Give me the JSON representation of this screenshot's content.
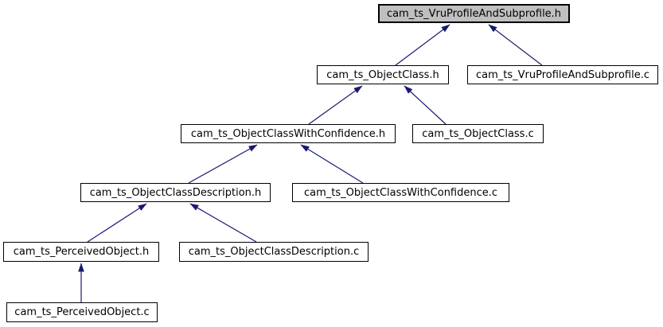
{
  "graph": {
    "kind": "doxygen-included-by-dependency-graph",
    "colors": {
      "edge": "#191970",
      "node_fill": "#ffffff",
      "node_border": "#000000",
      "highlight_fill": "#bfbfbf",
      "background": "#ffffff"
    },
    "nodes": {
      "vru_h": {
        "label": "cam_ts_VruProfileAndSubprofile.h",
        "highlighted": true
      },
      "objectclass_h": {
        "label": "cam_ts_ObjectClass.h",
        "highlighted": false
      },
      "vru_c": {
        "label": "cam_ts_VruProfileAndSubprofile.c",
        "highlighted": false
      },
      "ocwc_h": {
        "label": "cam_ts_ObjectClassWithConfidence.h",
        "highlighted": false
      },
      "objectclass_c": {
        "label": "cam_ts_ObjectClass.c",
        "highlighted": false
      },
      "ocd_h": {
        "label": "cam_ts_ObjectClassDescription.h",
        "highlighted": false
      },
      "ocwc_c": {
        "label": "cam_ts_ObjectClassWithConfidence.c",
        "highlighted": false
      },
      "po_h": {
        "label": "cam_ts_PerceivedObject.h",
        "highlighted": false
      },
      "ocd_c": {
        "label": "cam_ts_ObjectClassDescription.c",
        "highlighted": false
      },
      "po_c": {
        "label": "cam_ts_PerceivedObject.c",
        "highlighted": false
      }
    },
    "edges": [
      {
        "from": "cam_ts_ObjectClass.h",
        "to": "cam_ts_VruProfileAndSubprofile.h"
      },
      {
        "from": "cam_ts_VruProfileAndSubprofile.c",
        "to": "cam_ts_VruProfileAndSubprofile.h"
      },
      {
        "from": "cam_ts_ObjectClassWithConfidence.h",
        "to": "cam_ts_ObjectClass.h"
      },
      {
        "from": "cam_ts_ObjectClass.c",
        "to": "cam_ts_ObjectClass.h"
      },
      {
        "from": "cam_ts_ObjectClassDescription.h",
        "to": "cam_ts_ObjectClassWithConfidence.h"
      },
      {
        "from": "cam_ts_ObjectClassWithConfidence.c",
        "to": "cam_ts_ObjectClassWithConfidence.h"
      },
      {
        "from": "cam_ts_PerceivedObject.h",
        "to": "cam_ts_ObjectClassDescription.h"
      },
      {
        "from": "cam_ts_ObjectClassDescription.c",
        "to": "cam_ts_ObjectClassDescription.h"
      },
      {
        "from": "cam_ts_PerceivedObject.c",
        "to": "cam_ts_PerceivedObject.h"
      }
    ]
  }
}
